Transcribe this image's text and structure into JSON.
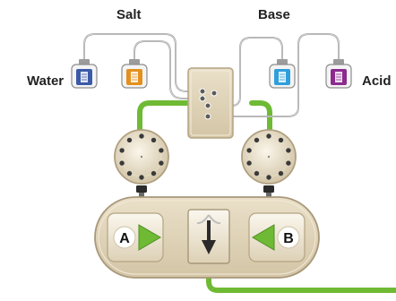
{
  "labels": {
    "salt": "Salt",
    "base": "Base",
    "water": "Water",
    "acid": "Acid"
  },
  "pumps": {
    "a_letter": "A",
    "b_letter": "B"
  },
  "colors": {
    "tubing_green": "#6fba34",
    "water_bottle": "#3b5aa8",
    "salt_bottle": "#e3901e",
    "base_bottle": "#2f9fdc",
    "acid_bottle": "#8c2a8f",
    "panel_beige": "#e3d7be"
  }
}
